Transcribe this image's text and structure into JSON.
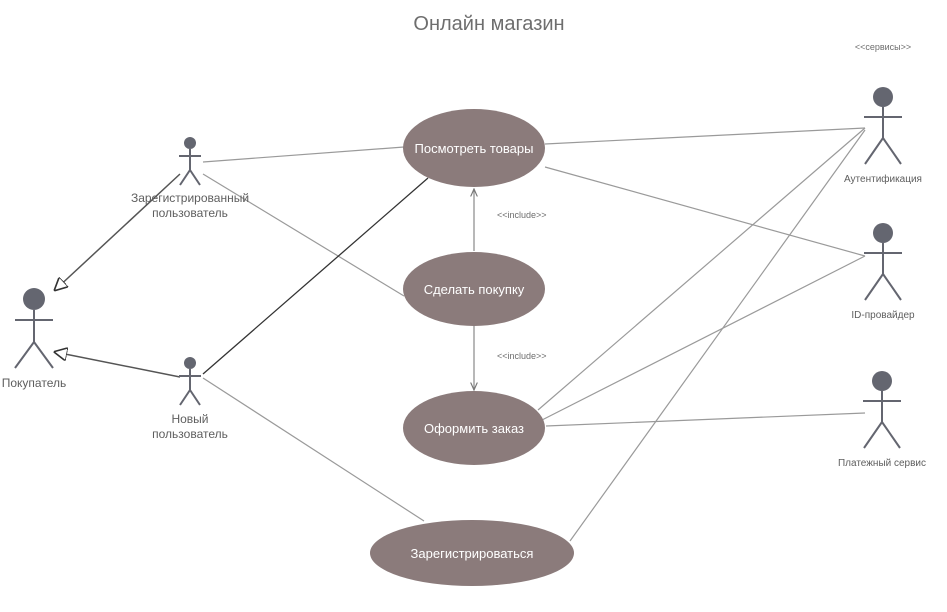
{
  "title": "Онлайн магазин",
  "system_stereotype": "<<сервисы>>",
  "colors": {
    "use_case_fill": "#8b7b7b",
    "actor": "#646670",
    "line": "#9a9a9a",
    "text": "#6e6e6e"
  },
  "actors": {
    "buyer": "Покупатель",
    "registered_user_line1": "Зарегистрированный",
    "registered_user_line2": "пользователь",
    "new_user_line1": "Новый",
    "new_user_line2": "пользователь",
    "authentication": "Аутентификация",
    "id_provider": "ID-провайдер",
    "payment_service": "Платежный сервис"
  },
  "use_cases": {
    "view_products": "Посмотреть товары",
    "make_purchase": "Сделать покупку",
    "place_order": "Оформить заказ",
    "register": "Зарегистрироваться"
  },
  "relations": {
    "include_1": "<<include>>",
    "include_2": "<<include>>"
  }
}
